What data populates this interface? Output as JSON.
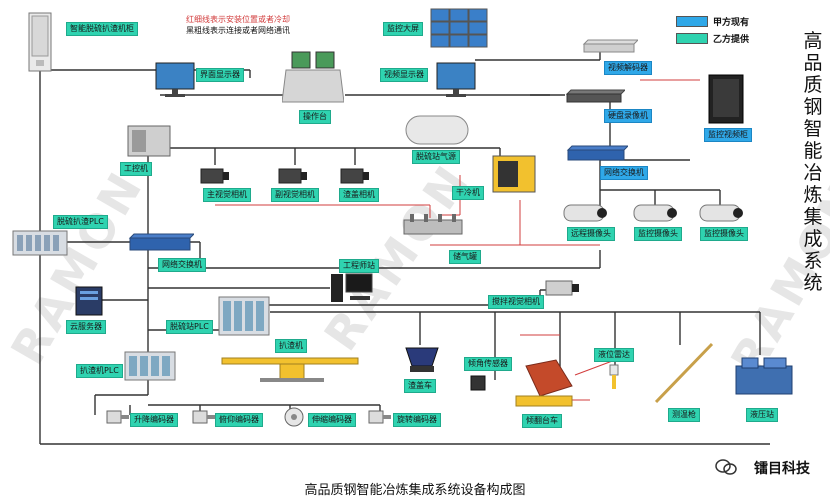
{
  "title": "高品质钢智能冶炼集成系统",
  "caption": "高品质钢智能冶炼集成系统设备构成图",
  "brand": "镭目科技",
  "watermark": "RAMON",
  "notes": {
    "red": "红细线表示安装位置或者冷却",
    "black": "黑粗线表示连接或者网络通讯"
  },
  "legend": [
    {
      "label": "甲方现有",
      "color": "#2fa8e8"
    },
    {
      "label": "乙方提供",
      "color": "#2fd3b0"
    }
  ],
  "colors": {
    "line": "#333333",
    "red_line": "#d23c3c",
    "tag_green": "#2fd3b0",
    "tag_blue": "#2fa8e8"
  },
  "labels": {
    "cabinet": "智能脱硫扒渣机柜",
    "ui_display": "界面显示器",
    "console": "操作台",
    "video_display": "视频显示器",
    "monitor_wall": "监控大屏",
    "video_decoder": "视频解码器",
    "hdd_recorder": "硬盘录像机",
    "monitor_cabinet": "监控视频柜",
    "ipc": "工控机",
    "cam_main": "主视觉相机",
    "cam_aux": "副视觉相机",
    "cam_slag": "渣盖相机",
    "gas_source": "脱硫站气源",
    "dryer": "干冷机",
    "net_switch_right": "网络交换机",
    "cam_remote": "远程摄像头",
    "cam_monitor1": "监控摄像头",
    "cam_monitor2": "监控摄像头",
    "plc_desulf_slag": "脱硫扒渣PLC",
    "net_switch_main": "网络交换机",
    "gas_tank": "储气罐",
    "workstation": "工程师站",
    "stir_cam": "搅拌视觉相机",
    "cloud_server": "云服务器",
    "plc_desulf_station": "脱硫站PLC",
    "slag_machine": "扒渣机",
    "plc_slag_machine": "扒渣机PLC",
    "slag_car": "渣盖车",
    "tilt_sensor": "倾角传感器",
    "level_radar": "液位雷达",
    "tilt_car": "倾翻台车",
    "temp_probe": "测温枪",
    "hydraulic": "液压站",
    "enc_lift": "升降编码器",
    "enc_pitch": "俯仰编码器",
    "enc_telescopic": "伸缩编码器",
    "enc_rotate": "旋转编码器"
  }
}
